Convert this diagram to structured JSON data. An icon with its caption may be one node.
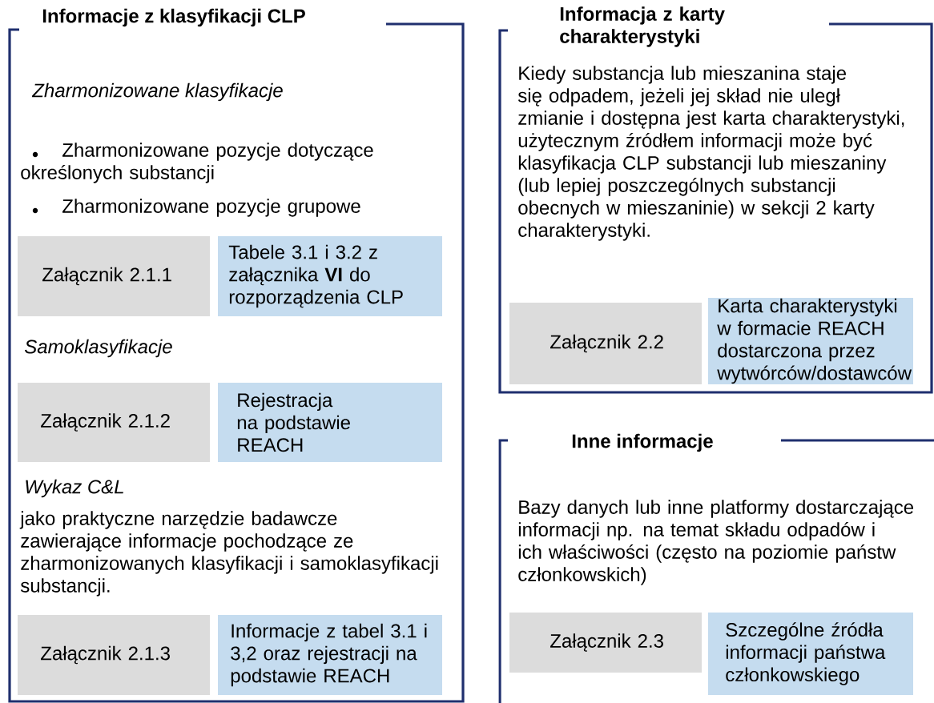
{
  "diagram": {
    "nodes": [
      {
        "text": [
          "Informacje z klasyfikacji CLP",
          "Zharmonizowane klasyfikacje",
          "Zharmonizowane pozycje dotyczące określonych substancji",
          "Zharmonizowane pozycje grupowe",
          "Samoklasyfikacje",
          "Wykaz C&L",
          "jako praktyczne narzędzie badawcze zawierające informacje pochodzące ze zharmonizowanych klasyfikacji i samoklasyfikacji substancji."
        ]
      },
      {
        "text": [
          "Załącznik 2.1.1"
        ],
        "in": 0
      },
      {
        "text": [
          "Tabele 3.1 i 3.2 z załącznika **VI** do rozporządzenia CLP"
        ],
        "in": 0
      },
      {
        "text": [
          "Załącznik 2.1.2"
        ],
        "in": 0
      },
      {
        "text": [
          "Rejestracja na podstawie REACH"
        ],
        "in": 0
      },
      {
        "text": [
          "Załącznik 2.1.3"
        ],
        "in": 0
      },
      {
        "text": [
          "Informacje z tabel 3.1 i 3,2 oraz rejestracji na podstawie REACH"
        ],
        "in": 0
      },
      {
        "text": [
          "Informacja z karty charakterystyki",
          "Kiedy substancja lub mieszanina staje się odpadem, jeżeli jej skład nie uległ zmianie i dostępna jest karta charakterystyki, użytecznym źródłem informacji może być klasyfikacja CLP substancji lub mieszaniny (lub lepiej poszczególnych substancji obecnych w mieszaninie) w sekcji 2 karty charakterystyki."
        ]
      },
      {
        "text": [
          "Załącznik 2.2"
        ],
        "in": 7
      },
      {
        "text": [
          "Karta charakterystyki w formacie REACH dostarczona przez wytwórców/dostawców"
        ],
        "in": 7
      },
      {
        "text": [
          "Inne informacje",
          "Bazy danych lub inne platformy dostarczające informacji np. na temat składu odpadów i ich właściwości (często na poziomie państw członkowskich)"
        ]
      },
      {
        "text": [
          "Załącznik 2.3"
        ],
        "in": 10
      },
      {
        "text": [
          "Szczególne źródła informacji państwa członkowskiego"
        ],
        "in": 10
      }
    ]
  }
}
